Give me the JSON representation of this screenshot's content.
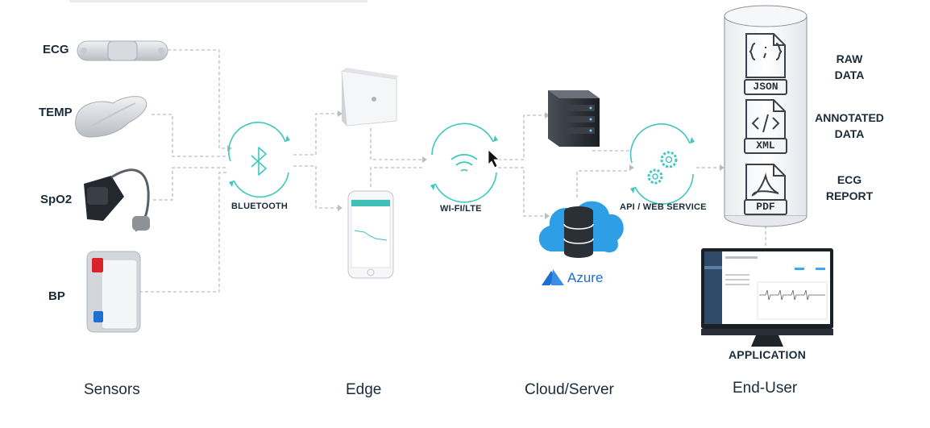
{
  "sensors": [
    {
      "label": "ECG",
      "icon": "ecg-patch-icon"
    },
    {
      "label": "TEMP",
      "icon": "temperature-patch-icon"
    },
    {
      "label": "SpO2",
      "icon": "pulse-oximeter-icon"
    },
    {
      "label": "BP",
      "icon": "blood-pressure-cuff-icon"
    }
  ],
  "hubs": {
    "bluetooth": "BLUETOOTH",
    "wifi": "WI-FI/LTE",
    "api": "API / WEB SERVICE"
  },
  "cloud": {
    "azure": "Azure"
  },
  "database": {
    "files": [
      {
        "tag": "JSON",
        "label_line1": "RAW",
        "label_line2": "DATA"
      },
      {
        "tag": "XML",
        "label_line1": "ANNOTATED",
        "label_line2": "DATA"
      },
      {
        "tag": "PDF",
        "label_line1": "ECG",
        "label_line2": "REPORT"
      }
    ]
  },
  "application_label": "APPLICATION",
  "stages": [
    "Sensors",
    "Edge",
    "Cloud/Server",
    "End-User"
  ],
  "colors": {
    "accent": "#3fc7c0",
    "connector": "#b9bec4",
    "azure": "#1f6fd1",
    "cloud": "#2e9ee6",
    "server": "#2b2f36"
  }
}
